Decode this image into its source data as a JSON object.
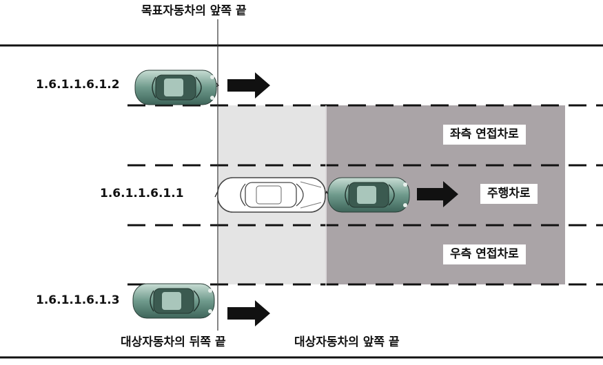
{
  "diagram": {
    "labels": {
      "target_front": "목표자동차의 앞쪽 끝",
      "subject_rear": "대상자동차의 뒤쪽 끝",
      "subject_front": "대상자동차의 앞쪽 끝"
    },
    "lanes": {
      "left_adjacent": "좌측 연접차로",
      "driving": "주행차로",
      "right_adjacent": "우측 연접차로"
    },
    "scenarios": {
      "top": "1.6.1.1.6.1.2",
      "middle": "1.6.1.1.6.1.1",
      "bottom": "1.6.1.1.6.1.3"
    },
    "colors": {
      "light_zone": "#e4e4e4",
      "dark_zone": "#aaa4a7",
      "car_body": "#6f9a8c",
      "line": "#111111"
    }
  }
}
